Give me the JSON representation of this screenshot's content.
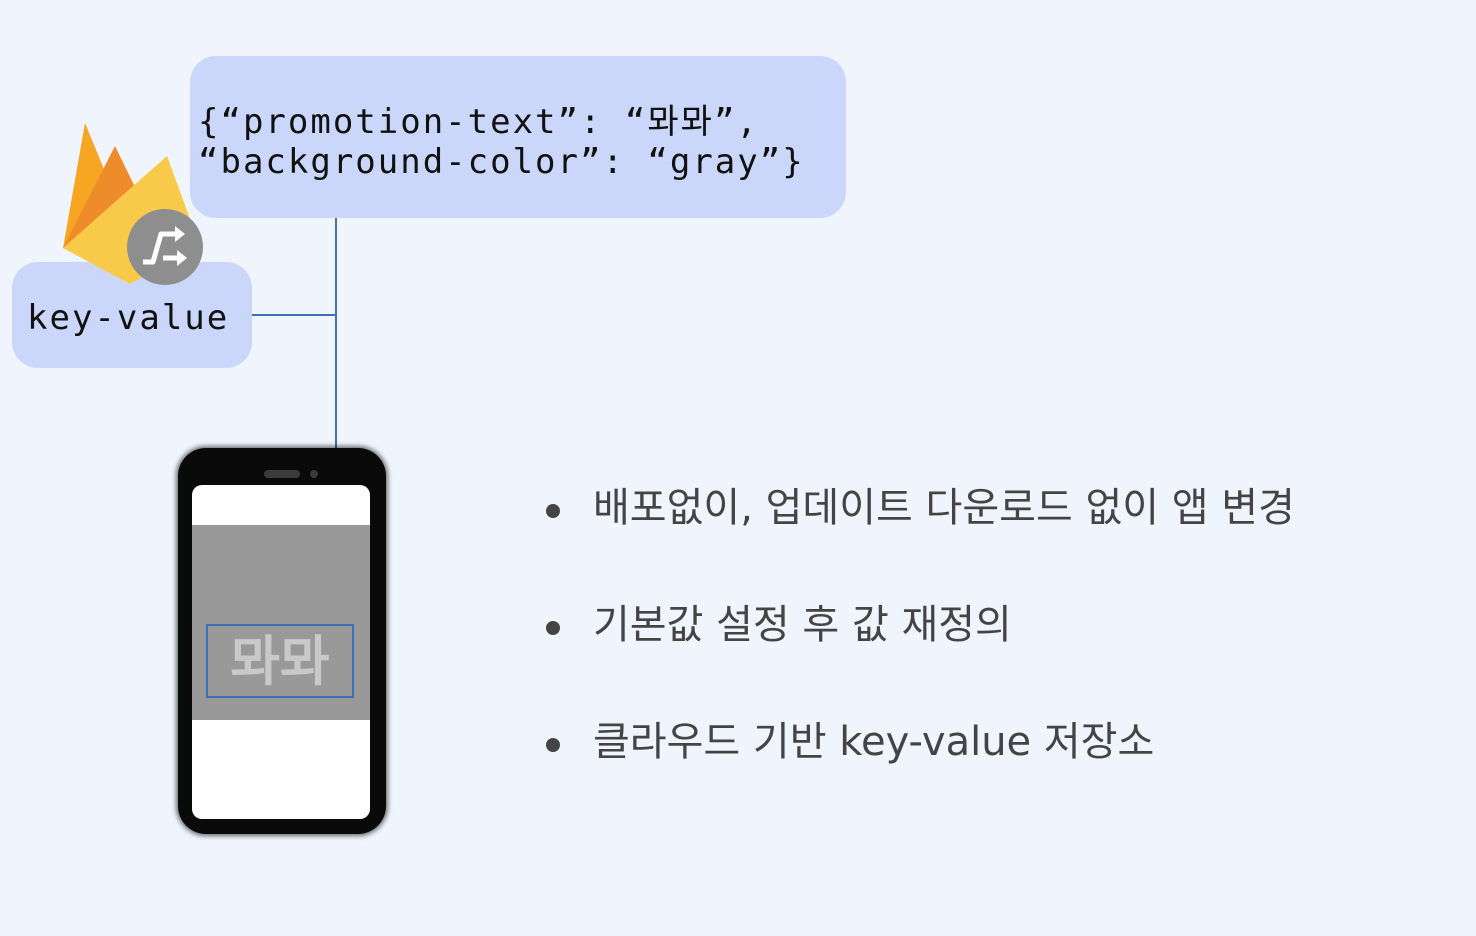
{
  "config_json": {
    "line1": "{“promotion-text”: “뫄뫄”,",
    "line2": "“background-color”: “gray”}"
  },
  "key_value_label": "key-value",
  "phone": {
    "promo_text": "뫄뫄"
  },
  "features": [
    "배포없이, 업데이트 다운로드 없이 앱 변경",
    "기본값 설정 후 값 재정의",
    "클라우드 기반 key-value 저장소"
  ],
  "colors": {
    "background": "#eff4fd",
    "box_fill": "#cbd7fa",
    "connector": "#3f6fb5",
    "screen_band": "#999999"
  },
  "icons": [
    "firebase-icon",
    "remote-config-icon"
  ]
}
